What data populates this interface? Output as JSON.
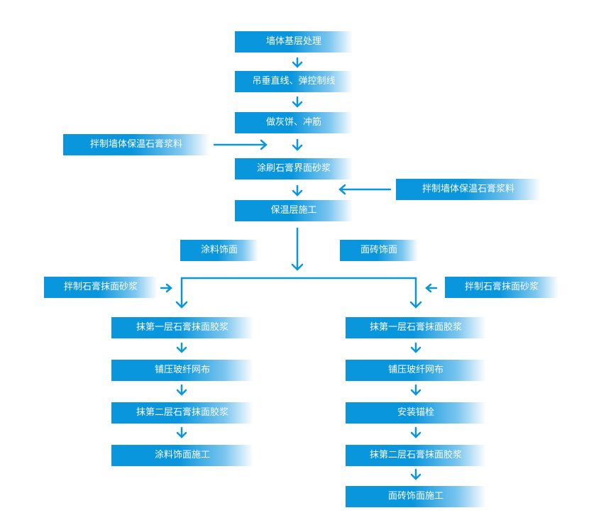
{
  "colors": {
    "box": "#0a96dd",
    "arrow": "#0a96dd",
    "text": "#ffffff"
  },
  "main": {
    "step1": "墙体基层处理",
    "step2": "吊垂直线、弹控制线",
    "step3": "做灰饼、冲筋",
    "step4": "涂刷石膏界面砂浆",
    "step5": "保温层施工"
  },
  "side_inputs": {
    "left_mix": "拌制墙体保温石膏浆料",
    "right_mix": "拌制墙体保温石膏浆料"
  },
  "branches": {
    "left_label": "涂料饰面",
    "right_label": "面砖饰面",
    "left_mix": "拌制石膏抹面砂浆",
    "right_mix": "拌制石膏抹面砂浆"
  },
  "left_branch": {
    "step1": "抹第一层石膏抹面胶浆",
    "step2": "铺压玻纤网布",
    "step3": "抹第二层石膏抹面胶浆",
    "step4": "涂料饰面施工"
  },
  "right_branch": {
    "step1": "抹第一层石膏抹面胶浆",
    "step2": "铺压玻纤网布",
    "step3": "安装锚栓",
    "step4": "抹第二层石膏抹面胶浆",
    "step5": "面砖饰面施工"
  }
}
